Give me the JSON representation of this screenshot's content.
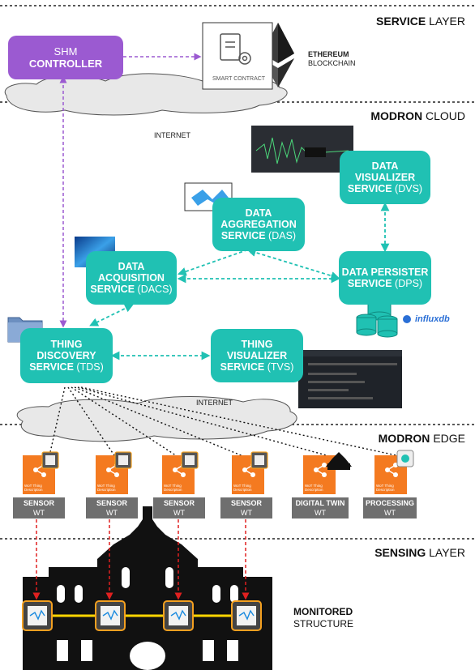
{
  "layers": {
    "service": {
      "bold": "SERVICE",
      "rest": "LAYER"
    },
    "cloud": {
      "bold": "MODRON",
      "rest": "CLOUD"
    },
    "edge": {
      "bold": "MODRON",
      "rest": "EDGE"
    },
    "sensing": {
      "bold": "SENSING",
      "rest": "LAYER"
    }
  },
  "shm": {
    "line1": "SHM",
    "line2": "CONTROLLER"
  },
  "smart_contract": "SMART CONTRACT",
  "ethereum": {
    "line1": "ETHEREUM",
    "line2": "BLOCKCHAIN"
  },
  "internet_top": "INTERNET",
  "internet_bottom": "INTERNET",
  "services": {
    "dvs": {
      "l1": "DATA",
      "l2": "VISUALIZER",
      "l3": "SERVICE",
      "abbr": "(DVS)"
    },
    "das": {
      "l1": "DATA",
      "l2": "AGGREGATION",
      "l3": "SERVICE",
      "abbr": "(DAS)"
    },
    "dacs": {
      "l1": "DATA",
      "l2": "ACQUISITION",
      "l3": "SERVICE",
      "abbr": "(DACS)"
    },
    "dps": {
      "l1": "DATA PERSISTER",
      "l3": "SERVICE",
      "abbr": "(DPS)"
    },
    "tds": {
      "l1": "THING",
      "l2": "DISCOVERY",
      "l3": "SERVICE",
      "abbr": "(TDS)"
    },
    "tvs": {
      "l1": "THING",
      "l2": "VISUALIZER",
      "l3": "SERVICE",
      "abbr": "(TVS)"
    }
  },
  "influxdb": "influxdb",
  "wt_items": [
    {
      "bold": "SENSOR",
      "sub": "WT"
    },
    {
      "bold": "SENSOR",
      "sub": "WT"
    },
    {
      "bold": "SENSOR",
      "sub": "WT"
    },
    {
      "bold": "SENSOR",
      "sub": "WT"
    },
    {
      "bold": "DIGITAL TWIN",
      "sub": "WT"
    },
    {
      "bold": "PROCESSING",
      "sub": "WT"
    }
  ],
  "wot_label": "WoT Thing Description",
  "monitored": {
    "line1": "MONITORED",
    "line2": "STRUCTURE"
  },
  "colors": {
    "teal": "#20c1b3",
    "purple": "#9b5ad1",
    "orange": "#f47a20",
    "red": "#e02020",
    "gray": "#6f6f6f"
  }
}
